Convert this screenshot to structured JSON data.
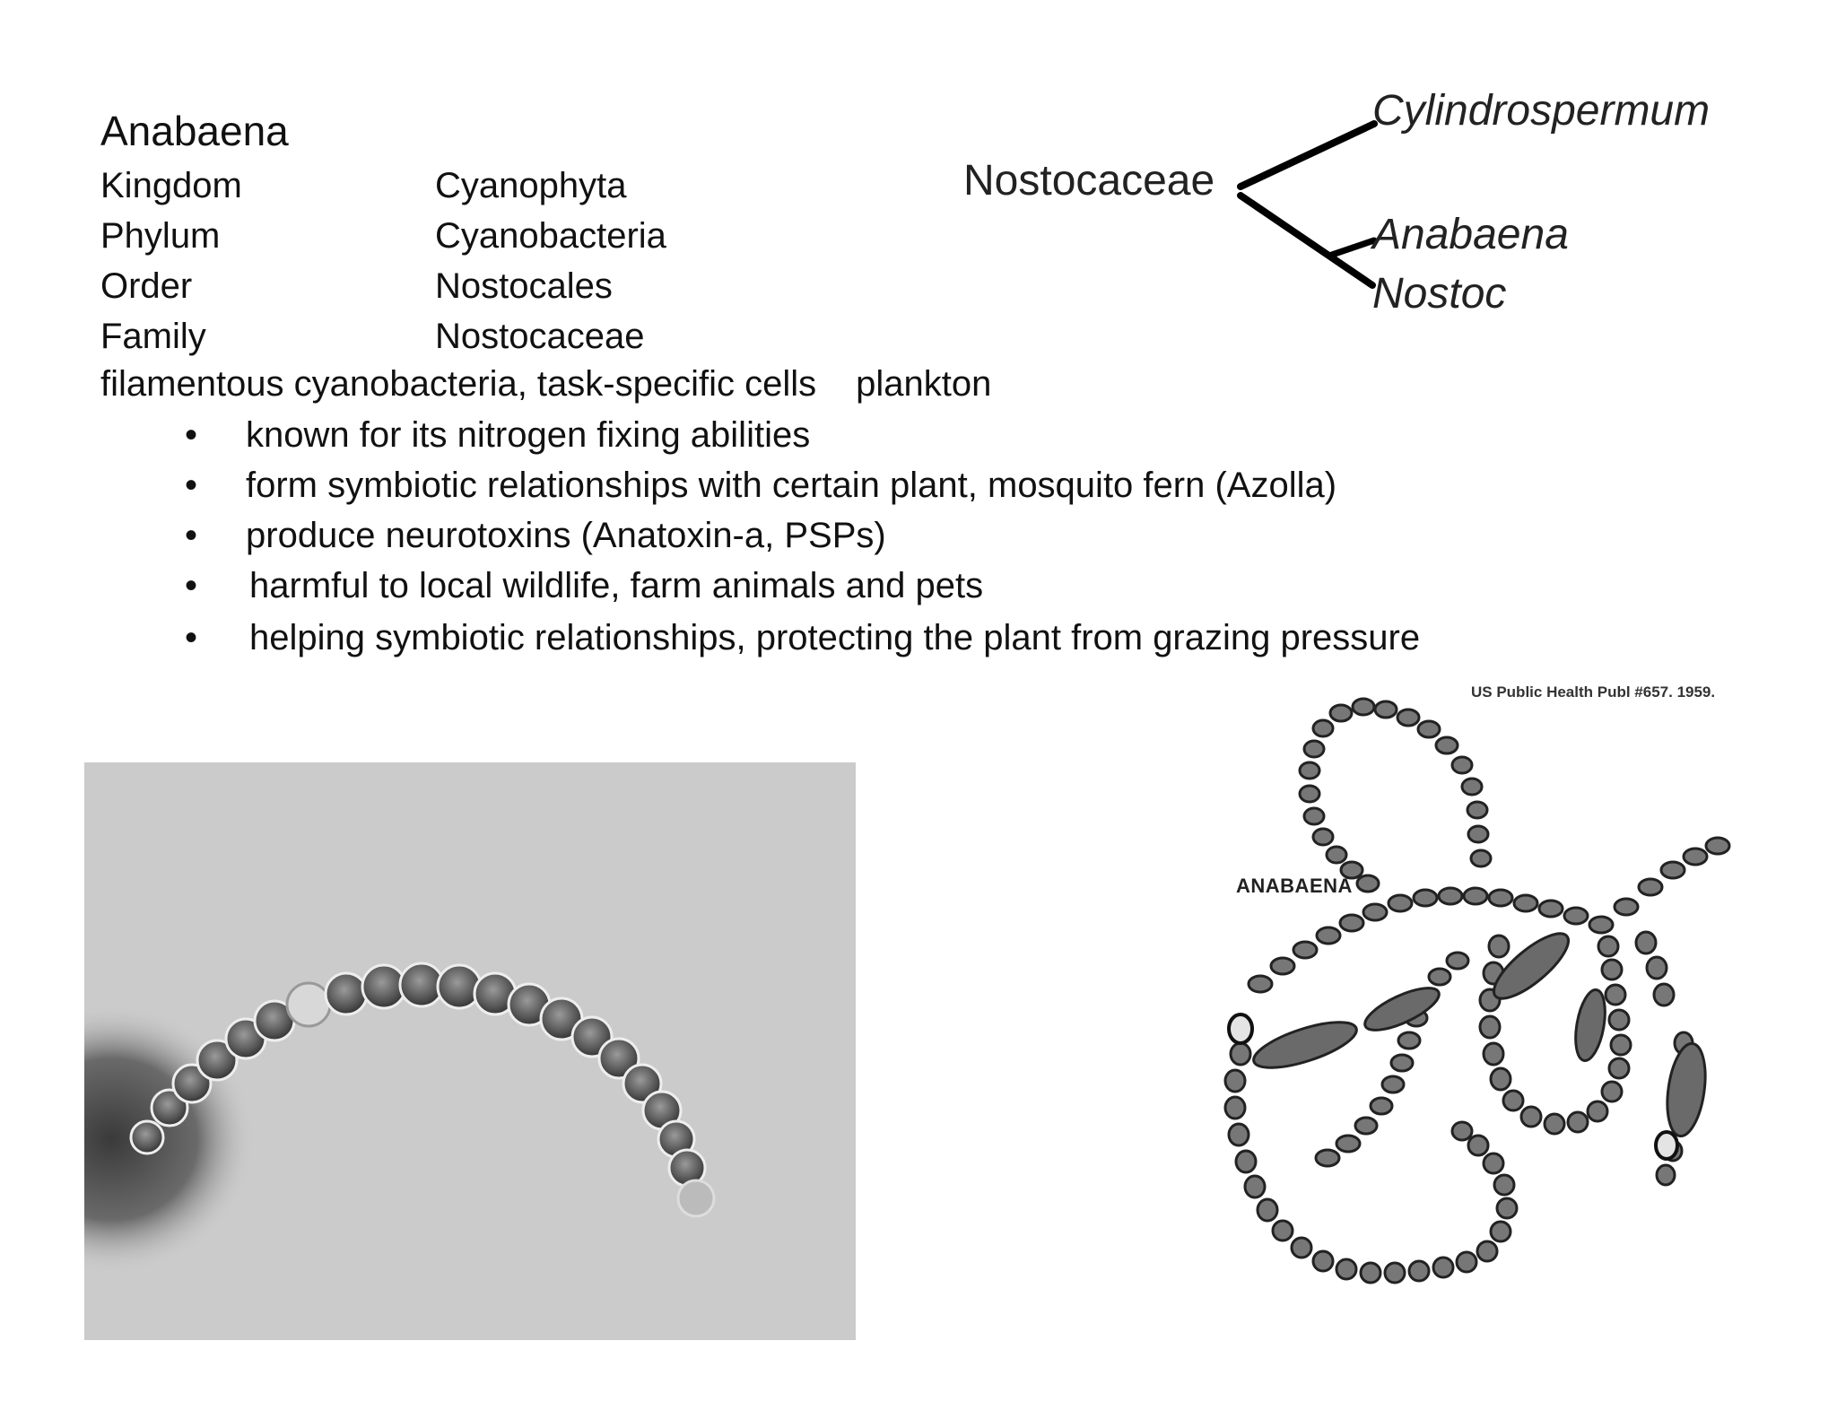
{
  "title": "Anabaena",
  "taxonomy": [
    {
      "rank": "Kingdom",
      "value": "Cyanophyta"
    },
    {
      "rank": "Phylum",
      "value": "Cyanobacteria"
    },
    {
      "rank": "Order",
      "value": "Nostocales"
    },
    {
      "rank": "Family",
      "value": "Nostocaceae"
    }
  ],
  "description": {
    "main": "filamentous cyanobacteria, task-specific cells",
    "extra": "plankton"
  },
  "bullet_symbol": "•",
  "bullets": [
    "known for its nitrogen fixing abilities",
    "form symbiotic relationships with certain plant, mosquito fern (Azolla)",
    "produce neurotoxins (Anatoxin-a, PSPs)",
    "harmful to local wildlife, farm animals and pets",
    "helping symbiotic relationships, protecting the plant from grazing pressure"
  ],
  "tree": {
    "family": "Nostocaceae",
    "genera": [
      "Cylindrospermum",
      "Anabaena",
      "Nostoc"
    ]
  },
  "drawing": {
    "label": "ANABAENA",
    "credit": "US Public Health Publ #657. 1959."
  }
}
